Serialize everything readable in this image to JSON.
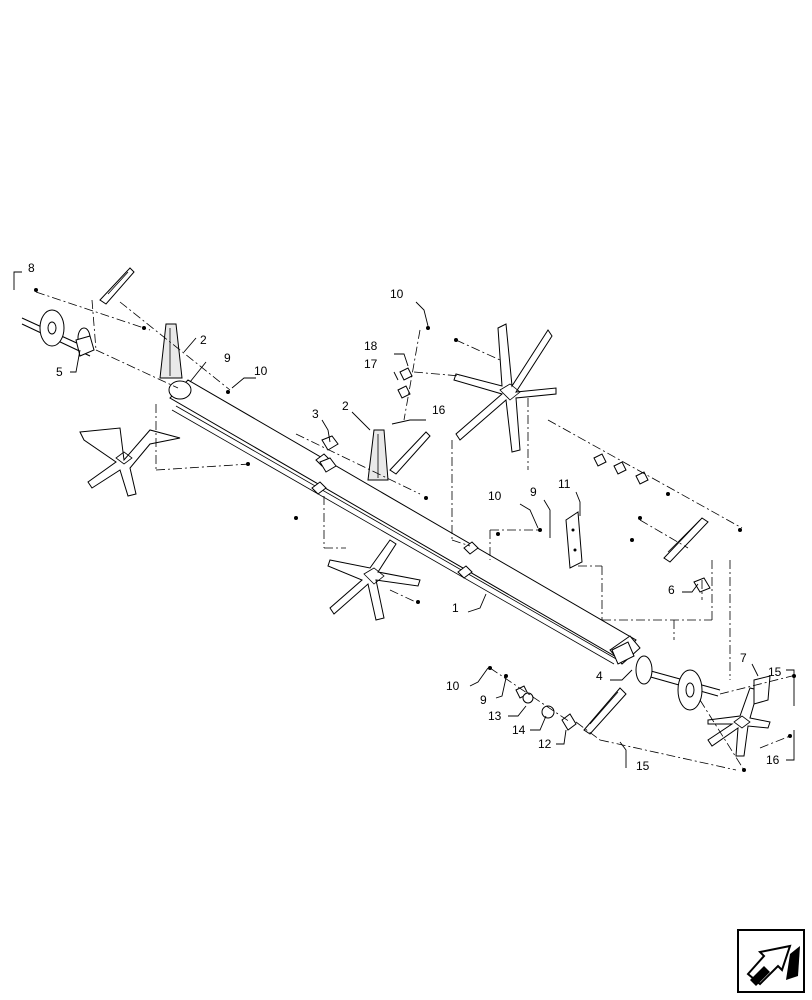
{
  "callouts": {
    "c1": "1",
    "c2a": "2",
    "c2b": "2",
    "c3": "3",
    "c4": "4",
    "c5": "5",
    "c6": "6",
    "c7": "7",
    "c8": "8",
    "c9a": "9",
    "c9b": "9",
    "c9c": "9",
    "c10a": "10",
    "c10b": "10",
    "c10c": "10",
    "c10d": "10",
    "c11": "11",
    "c12": "12",
    "c13": "13",
    "c14": "14",
    "c15a": "15",
    "c15b": "15",
    "c16a": "16",
    "c16b": "16",
    "c17": "17",
    "c18": "18"
  },
  "icons": {
    "corner": "next-page-arrow-icon"
  }
}
